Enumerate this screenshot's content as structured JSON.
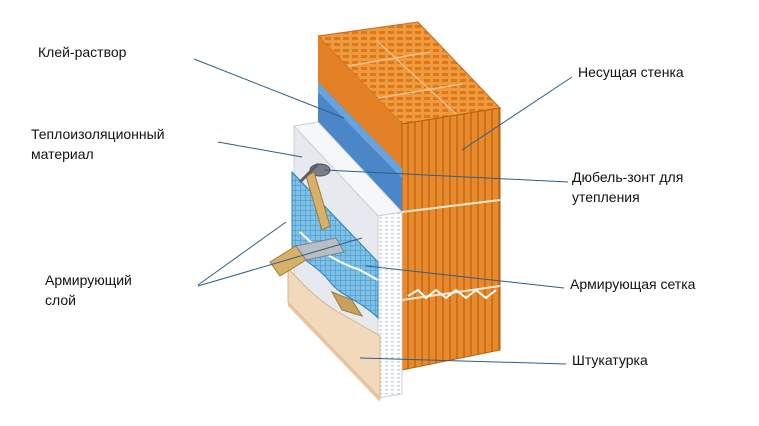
{
  "labels": {
    "glue": "Клей-раствор",
    "insulation_line1": "Теплоизоляционный",
    "insulation_line2": "материал",
    "reinforcing_layer_line1": "Армирующий",
    "reinforcing_layer_line2": "слой",
    "load_bearing_wall": "Несущая стенка",
    "dowel_line1": "Дюбель-зонт для",
    "dowel_line2": "утепления",
    "reinforcing_mesh": "Армирующая сетка",
    "plaster": "Штукатурка"
  },
  "colors": {
    "brick": "#e8892c",
    "brick_dark": "#c96a16",
    "glue_blue": "#4a86c8",
    "insulation": "#eceff2",
    "mesh": "#5fa9d8",
    "plaster": "#f3d9bb",
    "leader": "#2e5f86",
    "dowel": "#d8b06a"
  }
}
